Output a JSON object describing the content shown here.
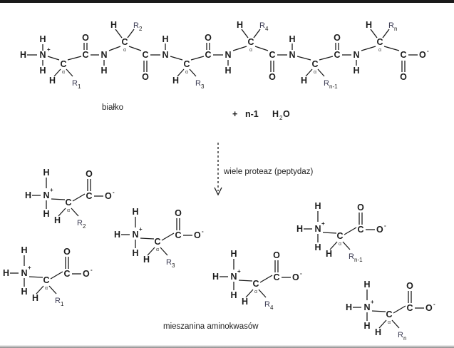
{
  "diagram": {
    "peptide_label": "białko",
    "reaction": {
      "plus": "+",
      "count": "n-1",
      "water": "H",
      "water_sub": "2",
      "water_o": "O"
    },
    "arrow_label": "wiele proteaz (peptydaz)",
    "mixture_label": "mieszanina aminokwasów",
    "symbols": {
      "H": "H",
      "N": "N",
      "C": "C",
      "O": "O",
      "plus": "+",
      "minus": "-",
      "alpha": "α",
      "R": "R"
    },
    "chain_r_subscripts": [
      "1",
      "2",
      "3",
      "4",
      "n-1",
      "n"
    ],
    "amino_acids": [
      {
        "r_sub": "2"
      },
      {
        "r_sub": "1"
      },
      {
        "r_sub": "3"
      },
      {
        "r_sub": "4"
      },
      {
        "r_sub": "n-1"
      },
      {
        "r_sub": "n"
      }
    ]
  }
}
